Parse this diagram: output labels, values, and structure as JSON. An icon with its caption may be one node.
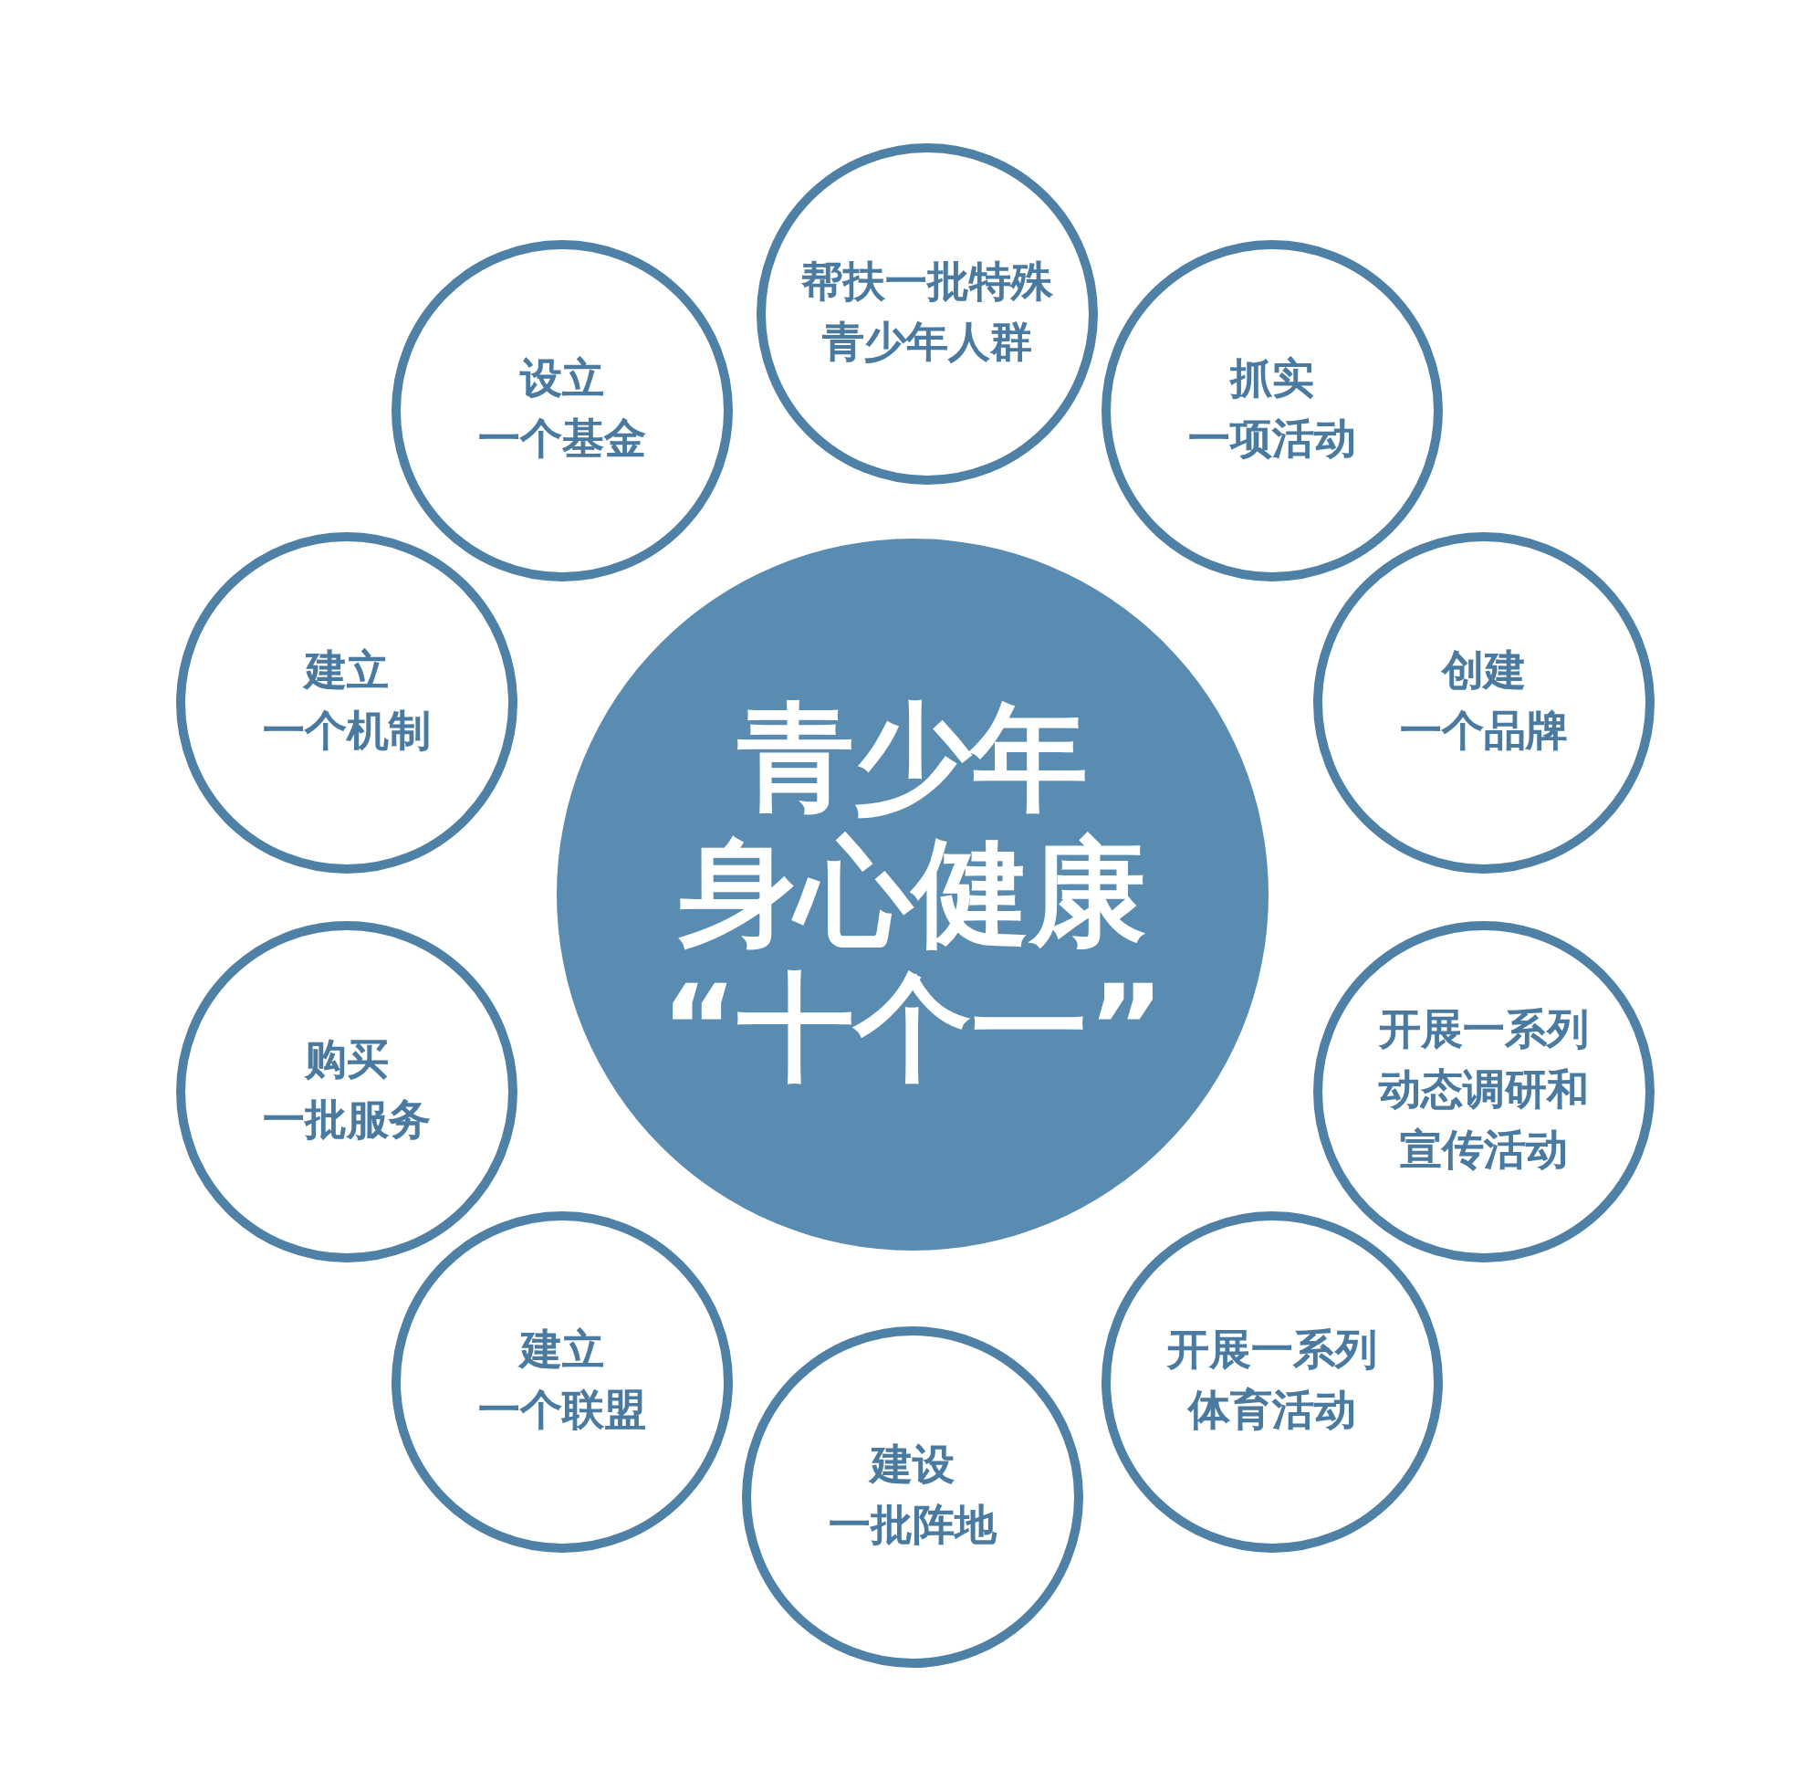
{
  "diagram": {
    "nodes": [
      {
        "text": [
          "青少年身心健康“十个一”"
        ]
      },
      {
        "text": [
          "帮扶一批特殊青少年人群"
        ]
      },
      {
        "text": [
          "抓实一项活动"
        ]
      },
      {
        "text": [
          "创建一个品牌"
        ]
      },
      {
        "text": [
          "开展一系列动态调研和宣传活动"
        ]
      },
      {
        "text": [
          "开展一系列体育活动"
        ]
      },
      {
        "text": [
          "建设一批阵地"
        ]
      },
      {
        "text": [
          "建立一个联盟"
        ]
      },
      {
        "text": [
          "购买一批服务"
        ]
      },
      {
        "text": [
          "建立一个机制"
        ]
      },
      {
        "text": [
          "设立一个基金"
        ]
      }
    ]
  }
}
